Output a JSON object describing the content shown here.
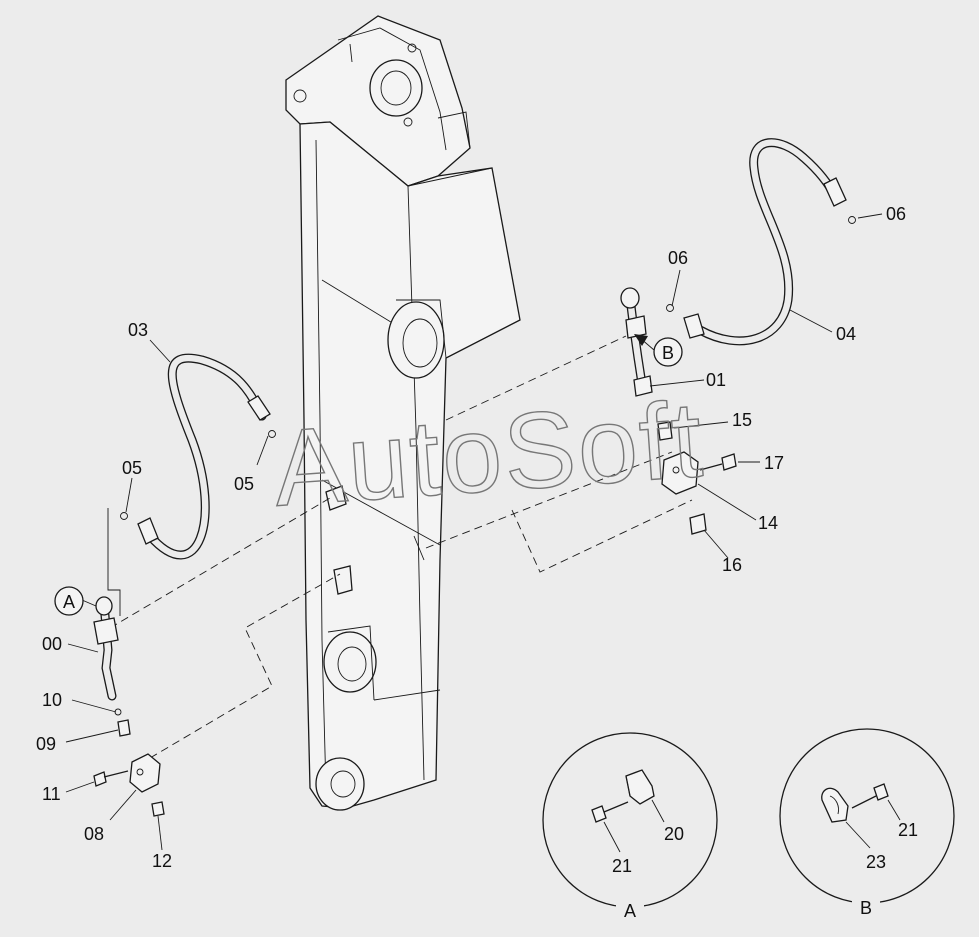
{
  "watermark": "AutoSoft",
  "callouts": {
    "c00": "00",
    "c01": "01",
    "c03": "03",
    "c04": "04",
    "c05a": "05",
    "c05b": "05",
    "c06a": "06",
    "c06b": "06",
    "c08": "08",
    "c09": "09",
    "c10": "10",
    "c11": "11",
    "c12": "12",
    "c14": "14",
    "c15": "15",
    "c16": "16",
    "c17": "17"
  },
  "markers": {
    "a": "A",
    "b": "B"
  },
  "details": {
    "a": {
      "label": "A",
      "c20": "20",
      "c21": "21"
    },
    "b": {
      "label": "B",
      "c21": "21",
      "c23": "23"
    }
  }
}
